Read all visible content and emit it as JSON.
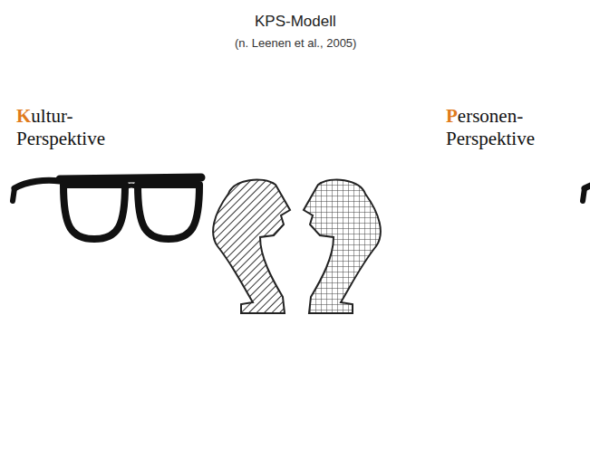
{
  "diagram": {
    "title": "KPS-Modell",
    "labels": [
      "(n. Leenen et al., 2005)",
      "Kultur- Perspektive",
      "Personen- Perspektive"
    ]
  }
}
